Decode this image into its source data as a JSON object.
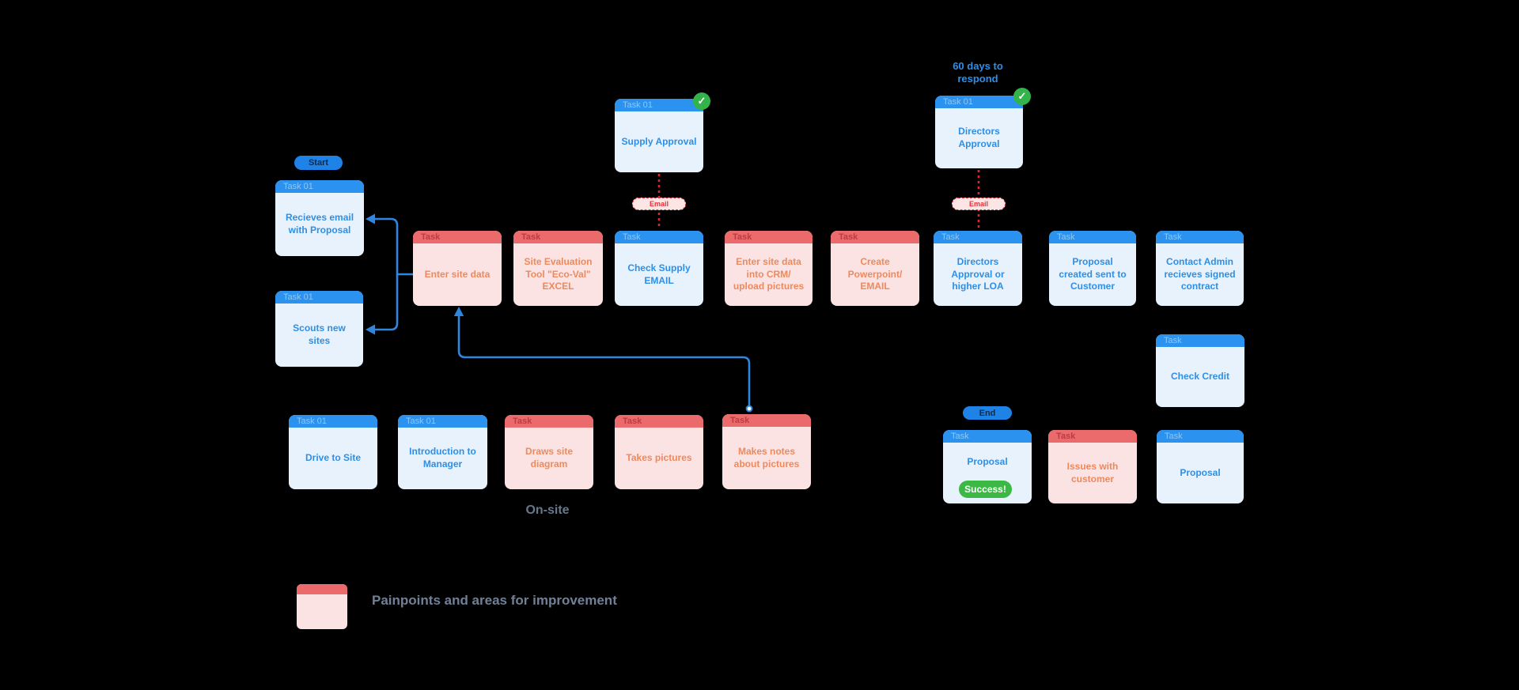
{
  "colors": {
    "background": "#000000",
    "blue_header": "#2b93ef",
    "blue_header_label": "#8ec7f6",
    "blue_body": "#e7f2fd",
    "blue_text": "#2e8fe6",
    "red_header": "#eb6a6c",
    "red_header_label": "#bc3c42",
    "red_body": "#fbe3e3",
    "red_text": "#ed8a5d",
    "pill_bg": "#1e82e6",
    "pill_text": "#0e2b4e",
    "check_green": "#33b44a",
    "success_green": "#3cb845",
    "email_red": "#e23138",
    "email_bg": "#fce5e5",
    "connector_blue": "#2e86df",
    "connector_red": "#e0252c",
    "onsite_gray": "#66788e",
    "legend_gray": "#718096"
  },
  "icons": {
    "check": "✓"
  },
  "badges": {
    "start": "Start",
    "end": "End",
    "success": "Success!",
    "email_1": "Email",
    "email_2": "Email"
  },
  "annotations": {
    "sixty_days": "60 days to respond",
    "on_site": "On-site"
  },
  "legend": {
    "label": "Painpoints and areas for improvement"
  },
  "cards": {
    "recieves_email": {
      "header": "Task 01",
      "title": "Recieves email with Proposal"
    },
    "scouts_new_sites": {
      "header": "Task 01",
      "title": "Scouts new sites"
    },
    "supply_approval": {
      "header": "Task 01",
      "title": "Supply Approval"
    },
    "directors_approval": {
      "header": "Task 01",
      "title": "Directors Approval"
    },
    "enter_site_data": {
      "header": "Task",
      "title": "Enter site data"
    },
    "site_evaluation": {
      "header": "Task",
      "title": "Site Evaluation Tool \"Eco-Val\" EXCEL"
    },
    "check_supply_email": {
      "header": "Task",
      "title": "Check Supply EMAIL"
    },
    "enter_crm": {
      "header": "Task",
      "title": "Enter site data into CRM/ upload pictures"
    },
    "create_powerpoint": {
      "header": "Task",
      "title": "Create Powerpoint/ EMAIL"
    },
    "directors_approval_loa": {
      "header": "Task",
      "title": "Directors Approval or higher LOA"
    },
    "proposal_created": {
      "header": "Task",
      "title": "Proposal created sent to Customer"
    },
    "contact_admin": {
      "header": "Task",
      "title": "Contact Admin recieves signed contract"
    },
    "check_credit": {
      "header": "Task",
      "title": "Check Credit"
    },
    "drive_to_site": {
      "header": "Task 01",
      "title": "Drive to Site"
    },
    "introduction_manager": {
      "header": "Task 01",
      "title": "Introduction to Manager"
    },
    "draws_site_diagram": {
      "header": "Task",
      "title": "Draws site diagram"
    },
    "takes_pictures": {
      "header": "Task",
      "title": "Takes pictures"
    },
    "makes_notes": {
      "header": "Task",
      "title": "Makes notes about pictures"
    },
    "proposal_success": {
      "header": "Task",
      "title": "Proposal"
    },
    "issues_customer": {
      "header": "Task",
      "title": "Issues with customer"
    },
    "proposal_final": {
      "header": "Task",
      "title": "Proposal"
    }
  }
}
